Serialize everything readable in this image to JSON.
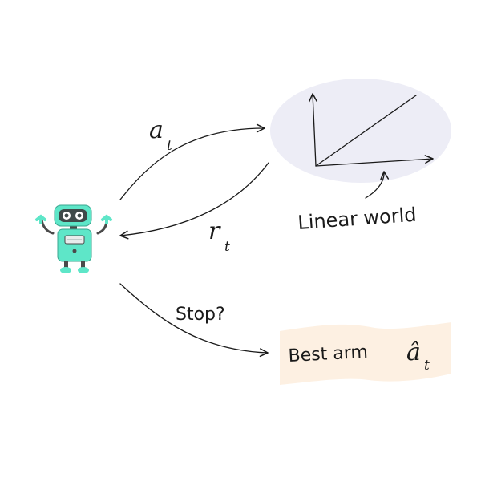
{
  "labels": {
    "action": "a",
    "action_sub": "t",
    "reward": "r",
    "reward_sub": "t",
    "stop": "Stop?",
    "linear_world": "Linear world",
    "best_arm": "Best arm",
    "best_arm_symbol": "â",
    "best_arm_sub": "t"
  },
  "colors": {
    "robot_body": "#5ee6c8",
    "robot_dark": "#4a4a4a",
    "cloud_fill": "#ededf6",
    "banner_fill": "#fdf0e2",
    "ink": "#1a1a1a"
  }
}
